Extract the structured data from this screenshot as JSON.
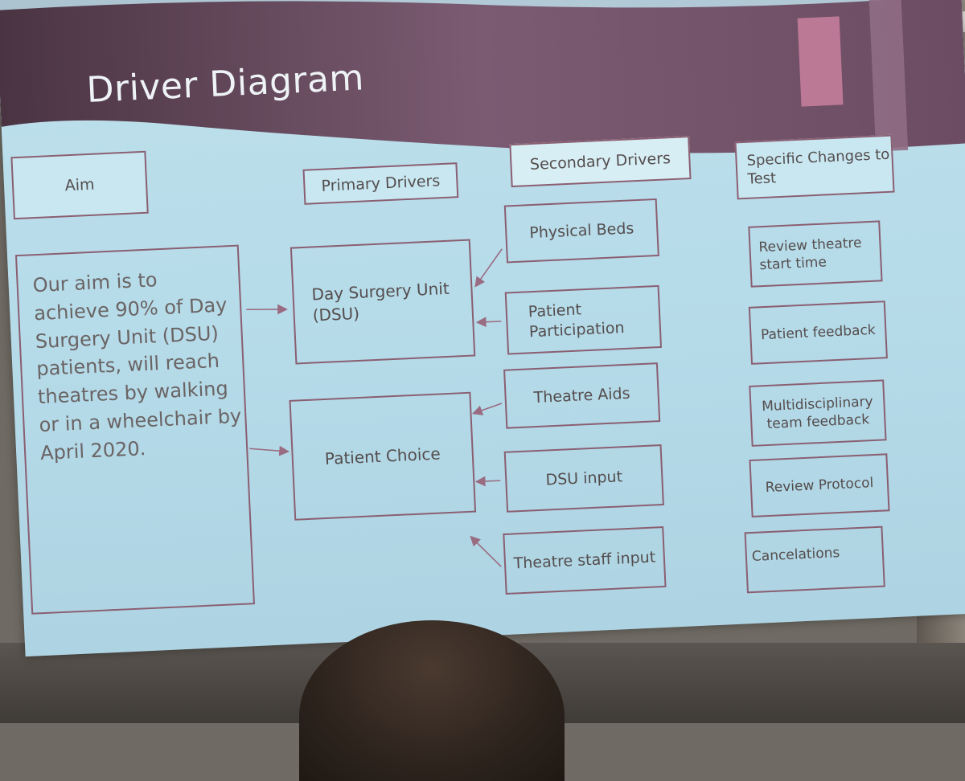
{
  "slide": {
    "title": "Driver Diagram",
    "accent_color": "#8a5f72",
    "background_color": "#b6dbe9"
  },
  "headers": {
    "aim": "Aim",
    "primary": "Primary Drivers",
    "secondary": "Secondary Drivers",
    "changes": "Specific Changes to Test"
  },
  "aim_statement": "Our aim is to achieve 90% of Day Surgery Unit (DSU) patients, will reach theatres by walking or in a wheelchair by April 2020.",
  "primary_drivers": [
    "Day Surgery Unit (DSU)",
    "Patient Choice"
  ],
  "secondary_drivers": [
    "Physical Beds",
    "Patient Participation",
    "Theatre Aids",
    "DSU input",
    "Theatre staff input"
  ],
  "specific_changes": [
    "Review theatre start time",
    "Patient feedback",
    "Multidisciplinary team feedback",
    "Review Protocol",
    "Cancelations"
  ]
}
